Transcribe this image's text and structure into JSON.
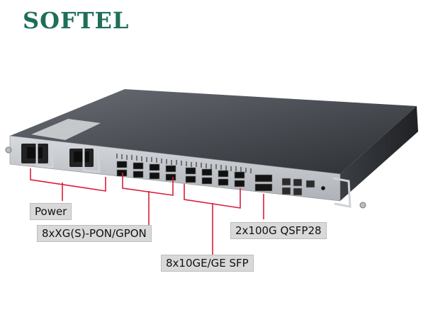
{
  "brand": {
    "name": "SOFTEL",
    "color": "#1e6e5a"
  },
  "labels": {
    "power": "Power",
    "pon": "8xXG(S)-PON/GPON",
    "qsfp": "2x100G QSFP28",
    "sfp": "8x10GE/GE SFP"
  },
  "colors": {
    "callout_line": "#d81e3c",
    "chassis": "#3a3e44",
    "front_panel": "#c9cdd2"
  }
}
